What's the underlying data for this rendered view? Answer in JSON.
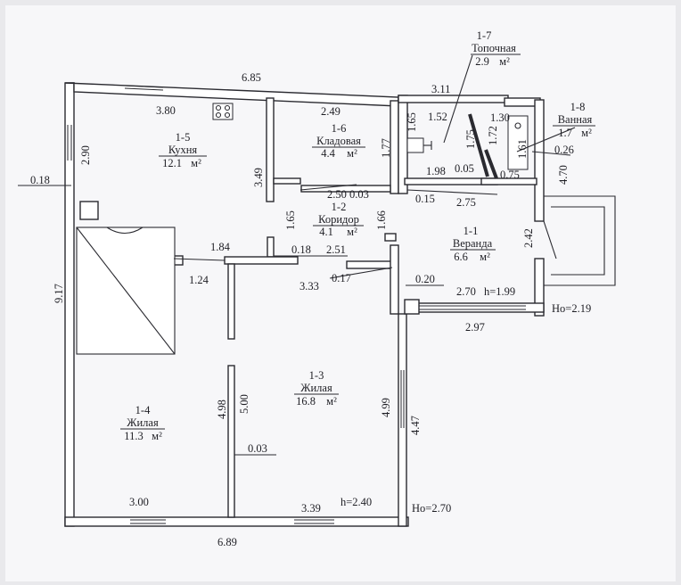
{
  "rooms": [
    {
      "id": "1-1",
      "name": "Веранда",
      "area": "6.6",
      "unit": "м²"
    },
    {
      "id": "1-2",
      "name": "Коридор",
      "area": "4.1",
      "unit": "м²"
    },
    {
      "id": "1-3",
      "name": "Жилая",
      "area": "16.8",
      "unit": "м²"
    },
    {
      "id": "1-4",
      "name": "Жилая",
      "area": "11.3",
      "unit": "м²"
    },
    {
      "id": "1-5",
      "name": "Кухня",
      "area": "12.1",
      "unit": "м²"
    },
    {
      "id": "1-6",
      "name": "Кладовая",
      "area": "4.4",
      "unit": "м²"
    },
    {
      "id": "1-7",
      "name": "Топочная",
      "area": "2.9",
      "unit": "м²"
    },
    {
      "id": "1-8",
      "name": "Ванная",
      "area": "1.7",
      "unit": "м²"
    }
  ],
  "dimensions": {
    "top_total": "6.85",
    "bottom_total": "6.89",
    "left_total": "9.17",
    "left_outer": "0.18",
    "kitchen_width": "3.80",
    "kitchen_depth": "2.90",
    "kitchen_side": "3.49",
    "pantry_width": "2.49",
    "pantry_depth": "1.77",
    "pantry_wall": "0.03",
    "pantry_bottom": "2.50",
    "corridor_left": "1.65",
    "corridor_right": "1.66",
    "corridor_bottom": "2.51",
    "corridor_gap": "0.18",
    "room14_top": "1.84",
    "room14_side": "1.24",
    "room14_bottom": "3.00",
    "room13_top": "3.33",
    "room13_left_a": "4.98",
    "room13_left_b": "5.00",
    "room13_right": "4.99",
    "room13_wall": "0.03",
    "room13_bottom": "3.39",
    "room13_wall_r": "0.17",
    "house_height": "h=2.40",
    "house_outer_h": "Ho=2.70",
    "east_outer": "4.47",
    "furnace_top": "3.11",
    "furnace_w": "1.52",
    "furnace_d": "1.65",
    "furnace_a": "1.75",
    "furnace_b": "1.72",
    "furnace_bottom": "1.98",
    "furnace_gap": "0.05",
    "bath_w": "1.30",
    "bath_d": "1.61",
    "bath_gap": "0.75",
    "bath_wall": "0.26",
    "bath_outer": "4.70",
    "veranda_in": "0.15",
    "veranda_top": "2.75",
    "veranda_wall": "0.20",
    "veranda_side": "2.42",
    "veranda_bottom": "2.70",
    "veranda_h": "h=1.99",
    "veranda_outer_h": "Ho=2.19",
    "veranda_total": "2.97"
  },
  "colors": {
    "paper": "#ffffff",
    "ink": "#2a2a30",
    "background": "#e9e9ec"
  }
}
